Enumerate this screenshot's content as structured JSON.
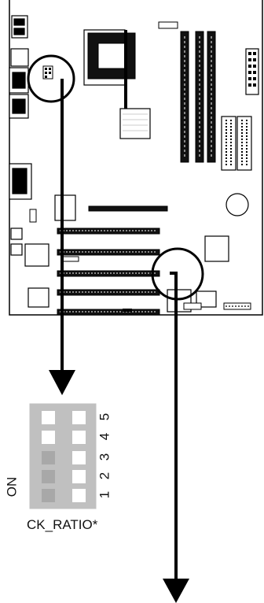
{
  "dip_switch": {
    "on_label": "ON",
    "caption": "CK_RATIO*",
    "switch_numbers": [
      "5",
      "4",
      "3",
      "2",
      "1"
    ],
    "switch_states": [
      "up",
      "up",
      "down",
      "down",
      "down"
    ]
  },
  "colors": {
    "board_outline": "#000000",
    "switch_block": "#bdbdbd",
    "switch_on": "#bdbdbd",
    "switch_white": "#ffffff",
    "arrow": "#000000"
  }
}
